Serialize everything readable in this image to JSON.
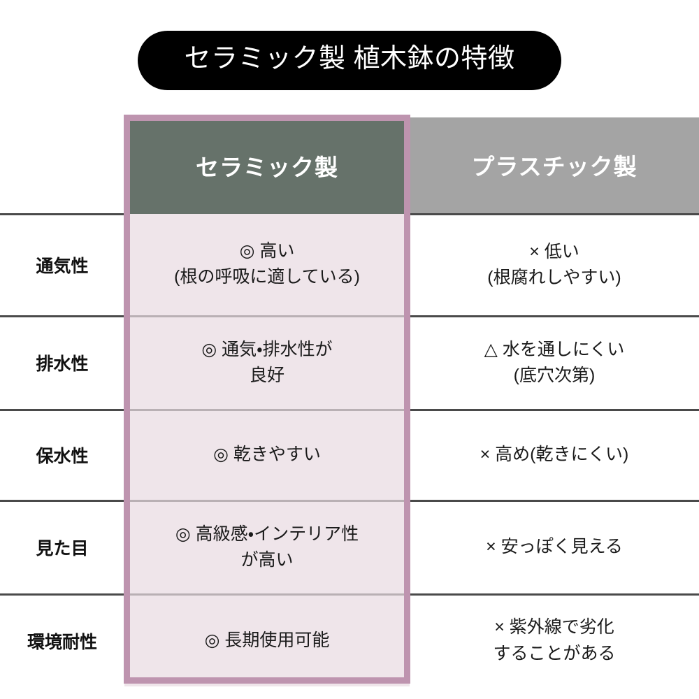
{
  "title": "セラミック製 植木鉢の特徴",
  "colors": {
    "title_background": "#000000",
    "title_text": "#FFFFFF",
    "ceramic_header_background": "#66726A",
    "plastic_header_background": "#A4A4A4",
    "ceramic_cell_background": "#EFE5EA",
    "highlight_border": "#BE94AF",
    "row_divider": "#4A4A4A",
    "page_background": "#FFFFFF"
  },
  "table": {
    "columns": [
      {
        "key": "label",
        "header": ""
      },
      {
        "key": "ceramic",
        "header": "セラミック製"
      },
      {
        "key": "plastic",
        "header": "プラスチック製"
      }
    ],
    "rows": [
      {
        "label": "通気性",
        "ceramic_line1": "◎ 高い",
        "ceramic_line2": "(根の呼吸に適している)",
        "plastic_line1": "× 低い",
        "plastic_line2": "(根腐れしやすい)"
      },
      {
        "label": "排水性",
        "ceramic_line1": "◎ 通気・排水性が",
        "ceramic_line2": "良好",
        "plastic_line1": "△ 水を通しにくい",
        "plastic_line2": "(底穴次第)"
      },
      {
        "label": "保水性",
        "ceramic_line1": "◎ 乾きやすい",
        "ceramic_line2": "",
        "plastic_line1": "× 高め(乾きにくい)",
        "plastic_line2": ""
      },
      {
        "label": "見た目",
        "ceramic_line1": "◎ 高級感・インテリア性",
        "ceramic_line2": "が高い",
        "plastic_line1": "× 安っぽく見える",
        "plastic_line2": ""
      },
      {
        "label": "環境耐性",
        "ceramic_line1": "◎ 長期使用可能",
        "ceramic_line2": "",
        "plastic_line1": "× 紫外線で劣化",
        "plastic_line2": "することがある"
      }
    ]
  }
}
